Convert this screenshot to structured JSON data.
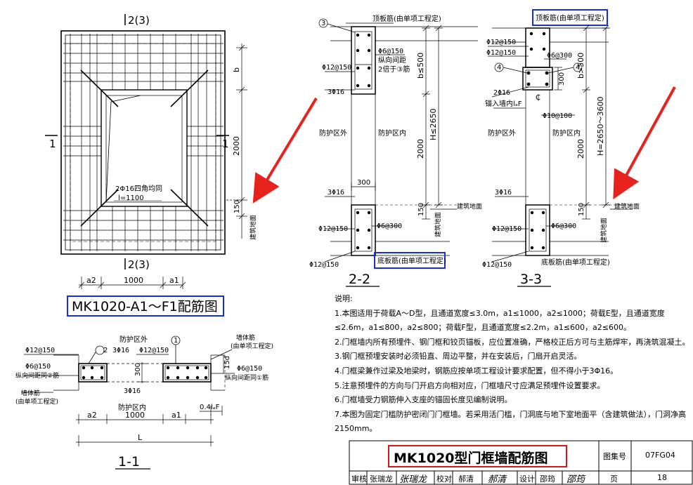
{
  "main_view": {
    "section_mark_top": "2(3)",
    "section_mark_bottom": "2(3)",
    "section_mark_left": "1",
    "section_mark_right": "1",
    "dim_b": "b",
    "dim_2000": "2000",
    "dim_150": "150",
    "floor_label": "建筑地面",
    "bar_note_line1": "2Φ16四角均同",
    "bar_note_line2": "l=1100",
    "dim_a2": "a2",
    "dim_1000": "1000",
    "dim_a1": "a1",
    "caption": "MK1020-A1～F1配筋图"
  },
  "section_1_1": {
    "label_protect_outside": "防护区外",
    "label_protect_inside": "防护区内",
    "bar_12_150_left": "Φ12@150",
    "bar_12_150_mid": "Φ12@150",
    "bar_6_150_left": "Φ6@150",
    "bar_6_150_right": "Φ6@150",
    "longitudinal_spacing_left": "纵向间距同②筋",
    "longitudinal_spacing_right": "纵向间距同①筋",
    "wall_bar_left_1": "墙体筋",
    "wall_bar_left_2": "(由单项工程定)",
    "wall_bar_right_1": "墙体筋",
    "wall_bar_right_2": "(由单项工程定)",
    "bar_3_16_top": "3Φ16",
    "bar_3_16_bottom": "3Φ16",
    "dim_300": "300",
    "dim_15d": "15d",
    "dim_04laf": "0.4lₐF",
    "dim_a2": "a2",
    "dim_1000": "1000",
    "dim_a1": "a1",
    "dim_L": "L",
    "marker_1": "1",
    "marker_2": "2",
    "caption": "1-1"
  },
  "section_2_2": {
    "marker_3": "3",
    "top_slab_bar": "顶板筋(由单项工程定)",
    "bar_6_150": "Φ6@150",
    "longitudinal_spacing_1": "纵向间距",
    "longitudinal_spacing_2": "2倍于③筋",
    "bar_12_150": "Φ12@150",
    "bar_3_16_top": "3Φ16",
    "dim_b_le_500": "b≤500",
    "dim_2000": "2000",
    "dim_H_le_2650": "H≤2650",
    "outside": "防护区外",
    "inside": "防护区内",
    "dim_300": "300",
    "bar_3_16_bottom": "3Φ16",
    "dim_150": "150",
    "floor_label": "建筑地面",
    "floor_label_v": "建筑地面",
    "bar_12_150_bottom": "Φ12@150",
    "bar_6_300": "Φ6@300",
    "bar_12_150_base": "Φ12@150",
    "bottom_slab_bar": "底板筋(由单项工程定)",
    "caption": "2-2"
  },
  "section_3_3": {
    "top_slab_bar": "顶板筋(由单项工程定)",
    "bar_12_150_a": "Φ12@150",
    "bar_12_150_b": "Φ12@150",
    "bar_6_300_top": "Φ6@300",
    "marker_4_left": "4",
    "marker_4_right": "4",
    "dim_300": "300",
    "dim_b_gt_500": "b>500",
    "bar_2_16": "2Φ16",
    "anchor_note": "锚入墙内lₐF",
    "dim_C": "C",
    "bar_10_100": "Φ10@100",
    "outside": "防护区外",
    "inside": "防护区内",
    "dim_2000": "2000",
    "dim_H_range": "H=2650～3600",
    "bar_3_16": "3Φ16",
    "dim_150": "150",
    "floor_label": "建筑地面",
    "floor_label_v": "建筑地面",
    "bar_12_150_bottom": "Φ12@150",
    "bar_6_300_bottom": "Φ6@300",
    "bar_12_150_base": "Φ12@150",
    "bottom_slab_bar": "底板筋(由单项工程定)",
    "caption": "3-3"
  },
  "notes": {
    "heading": "说明:",
    "items": [
      "1.本图适用于荷载A～D型，且通道宽度≤3.0m，a1≤1000，a2≤1000；荷载E型，且通道宽度",
      "≤2.6m，a1≤800，a2≤800；荷载F型，且通道宽度≤2.2m，a1≤600，a2≤600。",
      "2.门框墙内所有预埋件、钢门框和铰页锚板，应位置准确，严格校正后方可与主筋焊牢，再浇筑混凝土。",
      "3.钢门框预埋安装时必须铅直、周边平整，并在安装后，门扇开启灵活。",
      "4.门框梁兼作过梁及地梁时，钢筋应按单项工程设计要求配置，但不得小于3Φ16。",
      "5.注意预埋件的方向与门开启方向相对应，门框墙尺寸应满足预埋件设置要求。",
      "6.门框墙受力钢筋伸入支座的锚固长度见编制说明。",
      "7.本图为固定门槛防护密闭门门框墙。若采用活门槛，门洞底与地下室地面平（含建筑做法），门洞净高",
      "2150mm。"
    ]
  },
  "title_block": {
    "title": "MK1020型门框墙配筋图",
    "atlas_label": "图集号",
    "atlas_number": "07FG04",
    "review_label": "审核",
    "reviewer": "张瑞龙",
    "check_label": "校对",
    "checker": "郝清",
    "design_label": "设计",
    "designer": "邵筠",
    "page_label": "页",
    "page_number": "18"
  },
  "colors": {
    "highlight_blue": "#1a2fd0",
    "highlight_red": "#d01a1a",
    "arrow_red": "#e8221c"
  }
}
